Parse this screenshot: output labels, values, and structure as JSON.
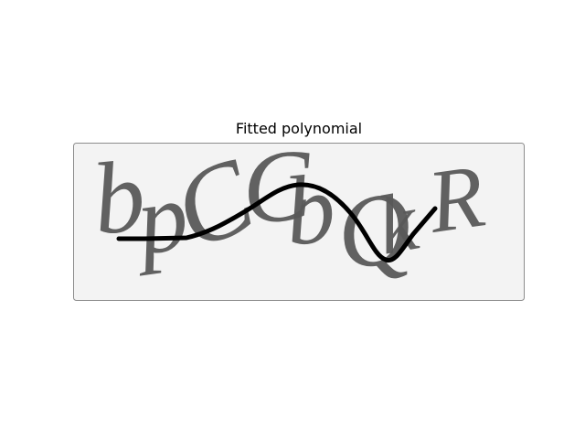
{
  "title": "Fitted polynomial",
  "captcha": {
    "letters": [
      "b",
      "p",
      "C",
      "C",
      "b",
      "Q",
      "k",
      "R"
    ],
    "background_color": "#f3f3f3",
    "letter_color": "#595959",
    "curve_color": "#000000"
  }
}
